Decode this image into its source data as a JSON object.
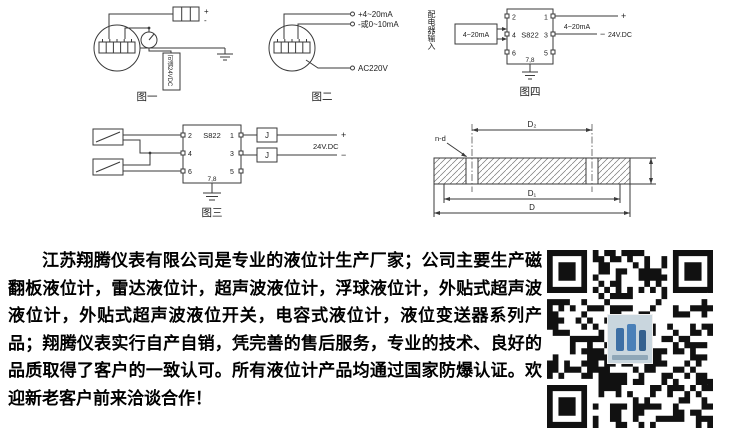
{
  "fig1": {
    "caption": "图一",
    "psu_label": "可调24VDC",
    "plus": "+",
    "minus": "-"
  },
  "fig2": {
    "caption": "图二",
    "terminal_plus": "+4~20mA",
    "terminal_minus": "-或0~10mA",
    "terminal_ac": "AC220V"
  },
  "fig3": {
    "caption": "图三",
    "model": "S822",
    "t1": "1",
    "t2": "2",
    "t3": "3",
    "t4": "4",
    "t5": "5",
    "t6": "6",
    "t78": "7,8",
    "relay1": "J",
    "relay2": "J",
    "plus": "+",
    "minus": "−",
    "supply": "24V.DC"
  },
  "fig4": {
    "caption": "图四",
    "model": "S822",
    "input_vertical_label": "配电器输入",
    "input_box_label": "4~20mA",
    "t1": "1",
    "t2": "2",
    "t3": "3",
    "t4": "4",
    "t5": "5",
    "t6": "6",
    "t78": "7,8",
    "output_label": "4~20mA",
    "plus": "+",
    "minus": "−",
    "supply": "24V.DC"
  },
  "flange": {
    "dim_d2": "D₂",
    "dim_nd": "n-d",
    "dim_d1": "D₁",
    "dim_d": "D"
  },
  "description": "江苏翔腾仪表有限公司是专业的液位计生产厂家；公司主要生产磁翻板液位计，雷达液位计，超声波液位计，浮球液位计，外贴式超声波液位计，外贴式超声波液位开关，电容式液位计，液位变送器系列产品；翔腾仪表实行自产自销，凭完善的售后服务，专业的技术、良好的品质取得了客户的一致认可。所有液位计产品均通过国家防爆认证。欢迎新老客户前来洽谈合作！"
}
